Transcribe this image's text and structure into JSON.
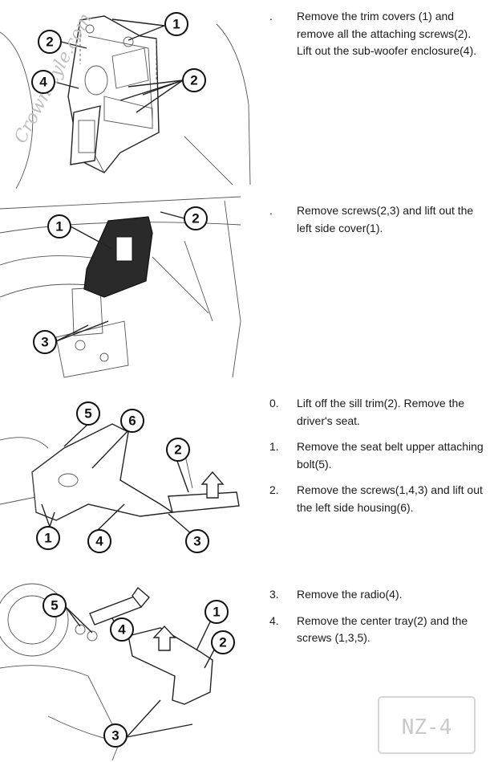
{
  "watermark": "Crownstyle.com",
  "plate": "NZ-4",
  "sections": [
    {
      "callouts": [
        "1",
        "2",
        "2",
        "4"
      ],
      "steps": [
        {
          "num": ".",
          "text": "Remove the trim covers (1) and remove all the attaching screws(2).  Lift out the sub-woofer enclosure(4)."
        }
      ]
    },
    {
      "callouts": [
        "1",
        "2",
        "3"
      ],
      "steps": [
        {
          "num": ".",
          "text": "Remove screws(2,3) and lift out the left side cover(1)."
        }
      ]
    },
    {
      "callouts": [
        "5",
        "6",
        "2",
        "1",
        "4",
        "3"
      ],
      "steps": [
        {
          "num": "0.",
          "text": "Lift off the sill trim(2). Remove the driver's seat."
        },
        {
          "num": "1.",
          "text": "Remove the seat belt upper attaching bolt(5)."
        },
        {
          "num": "2.",
          "text": "Remove the screws(1,4,3) and lift out the left side housing(6)."
        }
      ]
    },
    {
      "callouts": [
        "5",
        "4",
        "1",
        "2",
        "3"
      ],
      "steps": [
        {
          "num": "3.",
          "text": "Remove the radio(4)."
        },
        {
          "num": "4.",
          "text": "Remove the center tray(2) and the screws (1,3,5)."
        }
      ]
    }
  ]
}
